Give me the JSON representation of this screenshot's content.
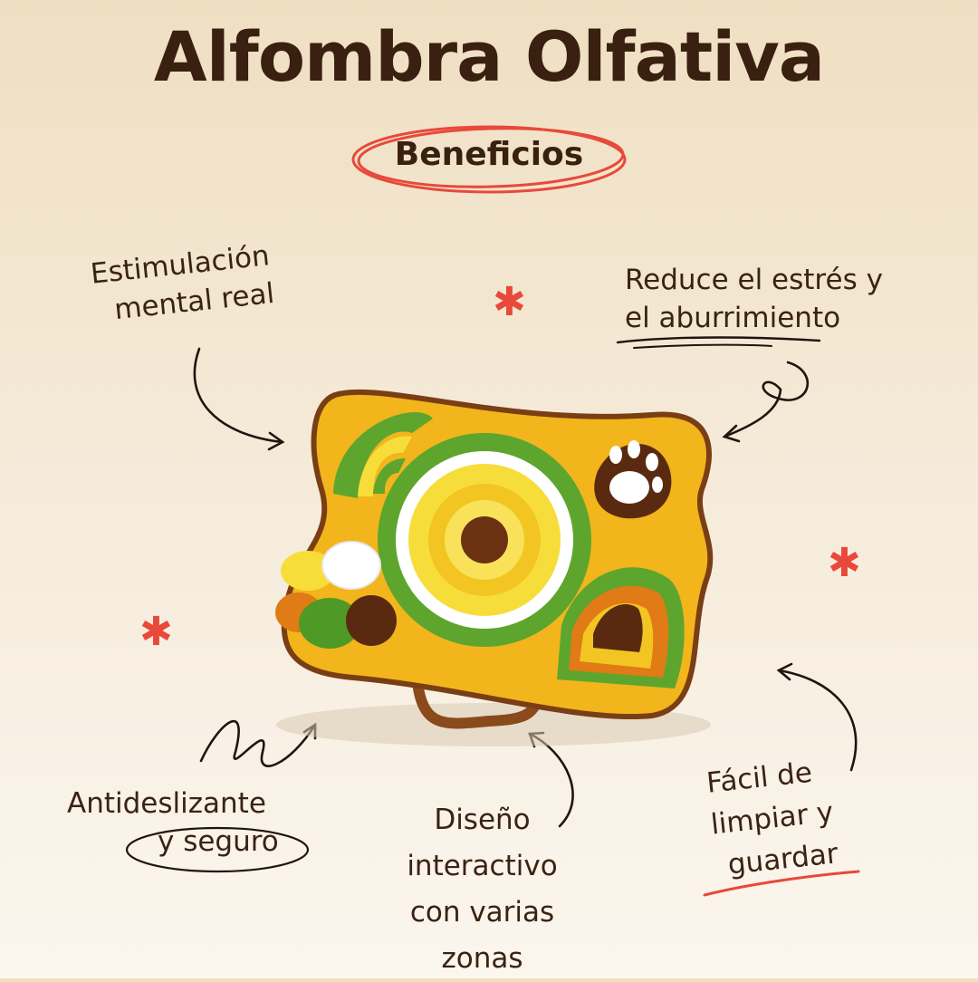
{
  "header": {
    "title": "Alfombra Olfativa",
    "subtitle": "Beneficios"
  },
  "benefits": {
    "mental": {
      "line1": "Estimulación",
      "line2": "mental real"
    },
    "stress": {
      "line1": "Reduce el estrés y",
      "line2": "el aburrimiento"
    },
    "antislip": {
      "line1": "Antideslizante",
      "line2": "y seguro"
    },
    "design": {
      "line1": "Diseño",
      "line2": "interactivo",
      "line3": "con varias",
      "line4": "zonas"
    },
    "clean": {
      "line1": "Fácil de",
      "line2": "limpiar y",
      "line3": "guardar"
    }
  },
  "colors": {
    "accent": "#e8493a",
    "text": "#3a2314",
    "mat_yellow": "#f2b51c",
    "mat_green": "#5ea52e",
    "mat_brown": "#5a2a10"
  }
}
